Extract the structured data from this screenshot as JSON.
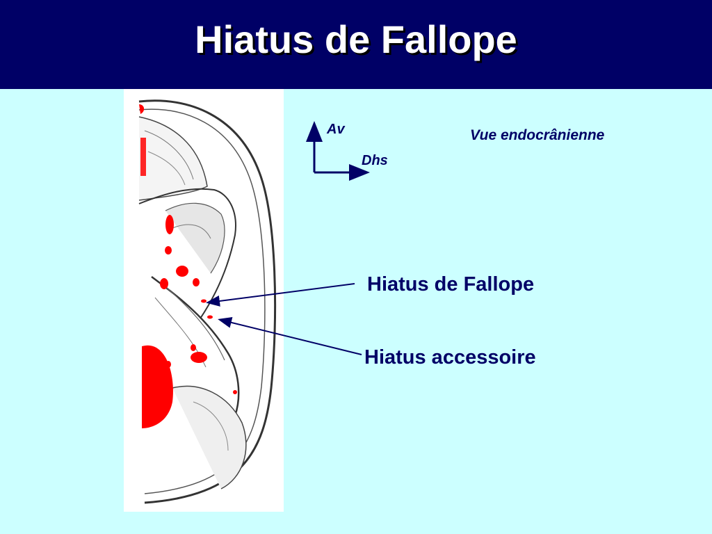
{
  "slide": {
    "title": "Hiatus de Fallope",
    "orientation": {
      "up_label": "Av",
      "right_label": "Dhs"
    },
    "view_label": "Vue endocrânienne",
    "labels": [
      {
        "id": "hiatus-fallope",
        "text": "Hiatus de Fallope"
      },
      {
        "id": "hiatus-accessoire",
        "text": "Hiatus accessoire"
      }
    ]
  },
  "colors": {
    "title_bar": "#000066",
    "background": "#ccffff",
    "label_text": "#000066",
    "highlight": "#ff0000",
    "figure_bg": "#ffffff"
  }
}
